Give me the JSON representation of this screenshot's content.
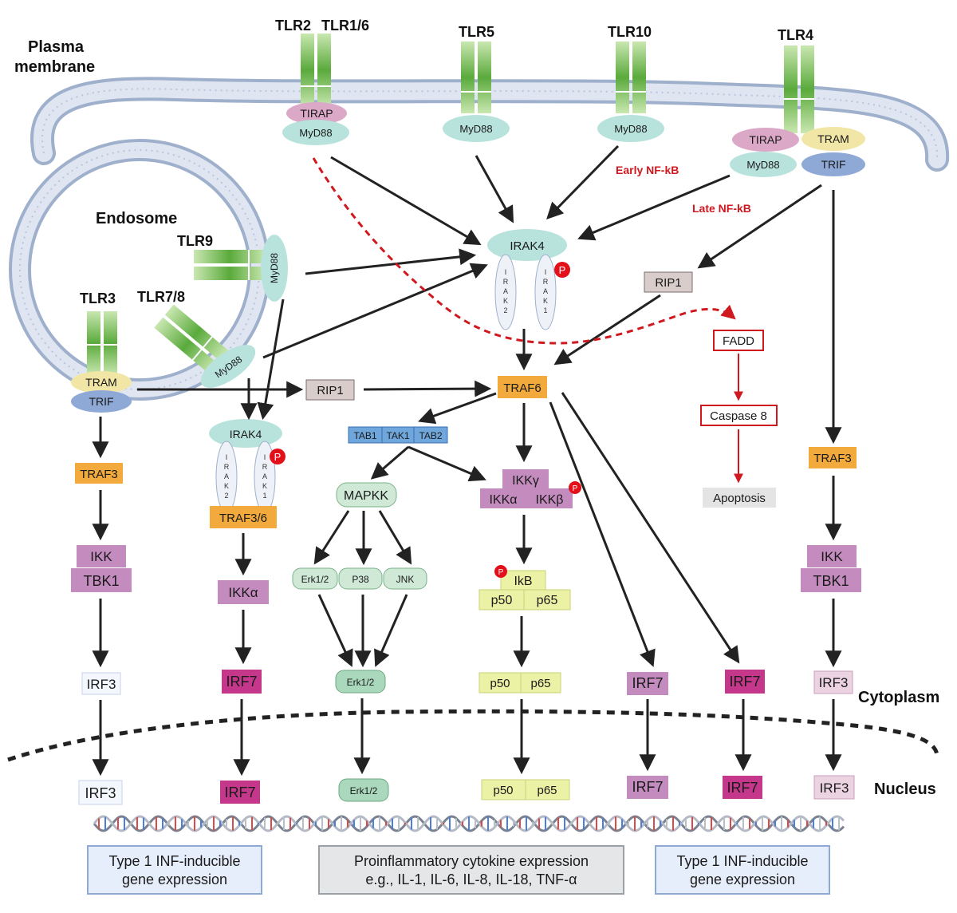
{
  "regions": {
    "plasma_membrane": [
      "Plasma",
      "membrane"
    ],
    "endosome": "Endosome",
    "cytoplasm": "Cytoplasm",
    "nucleus": "Nucleus"
  },
  "receptors": {
    "tlr2": "TLR2",
    "tlr16": "TLR1/6",
    "tlr5": "TLR5",
    "tlr10": "TLR10",
    "tlr4": "TLR4",
    "tlr9": "TLR9",
    "tlr3": "TLR3",
    "tlr78": "TLR7/8"
  },
  "adaptors": {
    "tirap": "TIRAP",
    "myd88": "MyD88",
    "tram": "TRAM",
    "trif": "TRIF"
  },
  "kinases": {
    "irak4": "IRAK4",
    "irak2": [
      "I",
      "R",
      "A",
      "K",
      "2"
    ],
    "irak1": [
      "I",
      "R",
      "A",
      "K",
      "1"
    ],
    "phospho": "P"
  },
  "signals": {
    "early_nfkb": "Early NF-kB",
    "late_nfkb": "Late NF-kB",
    "rip1": "RIP1",
    "fadd": "FADD",
    "caspase8": "Caspase 8",
    "apoptosis": "Apoptosis",
    "traf6": "TRAF6",
    "traf3": "TRAF3",
    "traf36": "TRAF3/6",
    "tab1": "TAB1",
    "tak1": "TAK1",
    "tab2": "TAB2",
    "mapkk": "MAPKK",
    "erk12": "Erk1/2",
    "p38": "P38",
    "jnk": "JNK",
    "ikkg": "IKKγ",
    "ikka": "IKKα",
    "ikkb": "IKKβ",
    "ikb": "IkB",
    "p50": "p50",
    "p65": "p65",
    "ikk": "IKK",
    "tbk1": "TBK1",
    "irf3": "IRF3",
    "irf7": "IRF7"
  },
  "outputs": {
    "type1_left": [
      "Type 1 INF-inducible",
      "gene expression"
    ],
    "proinflammatory": [
      "Proinflammatory cytokine expression",
      "e.g., IL-1, IL-6, IL-8, IL-18, TNF-α"
    ],
    "type1_right": [
      "Type 1 INF-inducible",
      "gene expression"
    ]
  },
  "colors": {
    "membrane": "#c9d3e6",
    "receptor_green": "#5aaa3c",
    "myd88": "#b8e2dc",
    "tirap": "#dba8c7",
    "tram": "#f2e6a6",
    "trif": "#8ea9d6",
    "traf": "#f2aa3d",
    "ikk_purple": "#c48bbf",
    "irf7": "#c4378a",
    "nfkb_yellow": "#ecf2a5",
    "tab_blue": "#6fa7dd",
    "mapk_green": "#cfe9d6",
    "arrow": "#222222",
    "red": "#d0181f"
  }
}
